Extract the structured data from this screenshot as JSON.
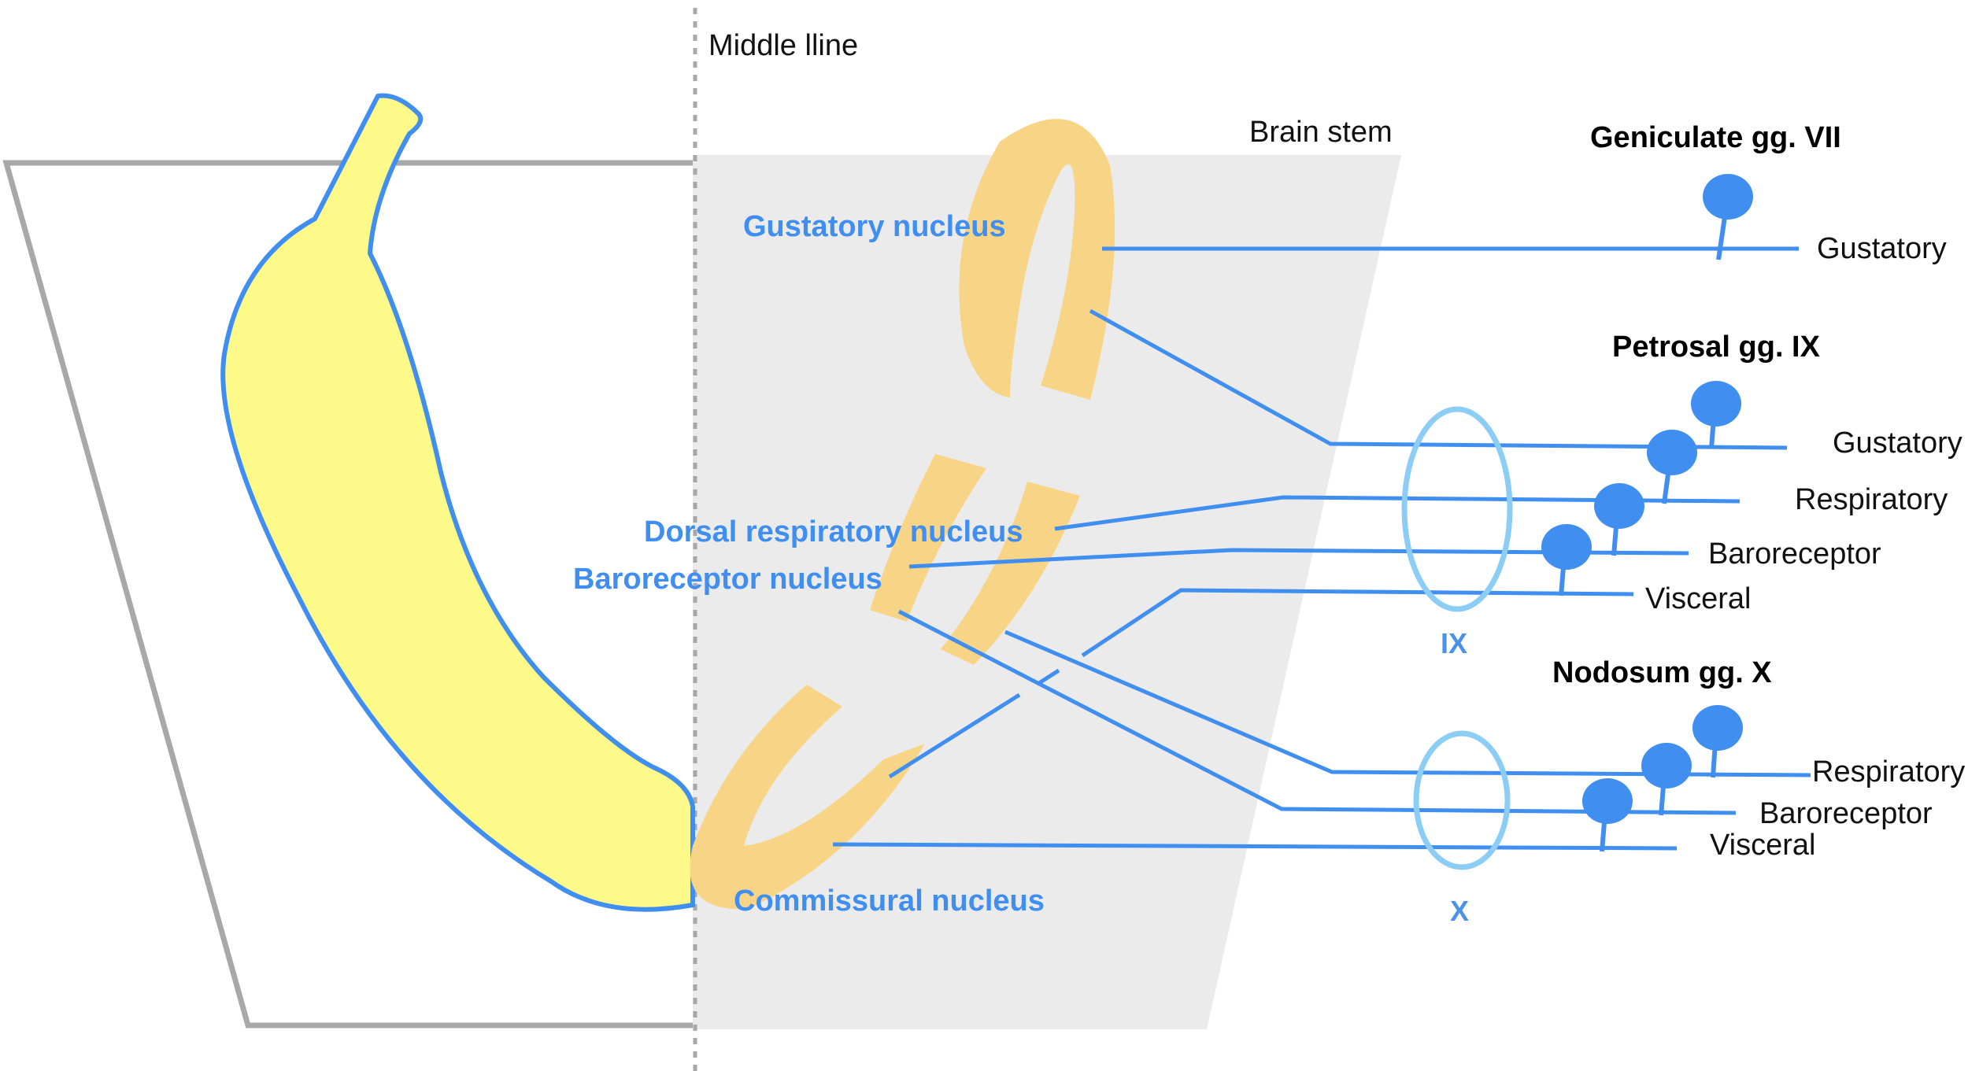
{
  "labels": {
    "midline": "Middle lline",
    "brainstem": "Brain stem"
  },
  "nuclei": {
    "gustatory": "Gustatory nucleus",
    "dorsal_respiratory": "Dorsal respiratory nucleus",
    "baroreceptor": "Baroreceptor nucleus",
    "commissural": "Commissural nucleus"
  },
  "ganglia": {
    "geniculate": {
      "title": "Geniculate gg. VII",
      "fibers": [
        "Gustatory"
      ]
    },
    "petrosal": {
      "title": "Petrosal gg. IX",
      "fibers": [
        "Gustatory",
        "Respiratory",
        "Baroreceptor",
        "Visceral"
      ]
    },
    "nodosum": {
      "title": "Nodosum gg. X",
      "fibers": [
        "Respiratory",
        "Baroreceptor",
        "Visceral"
      ]
    }
  },
  "nerves": {
    "glossopharyngeal": "IX",
    "vagus": "X"
  },
  "colors": {
    "fiber_blue": "#3f8ef0",
    "nucleus_orange": "#f8d586",
    "nerve_ring": "#8ccdf6",
    "banana_fill": "#fdfa8a",
    "brainstem_gray": "#ebebeb",
    "outline_gray": "#a8a8a8"
  }
}
